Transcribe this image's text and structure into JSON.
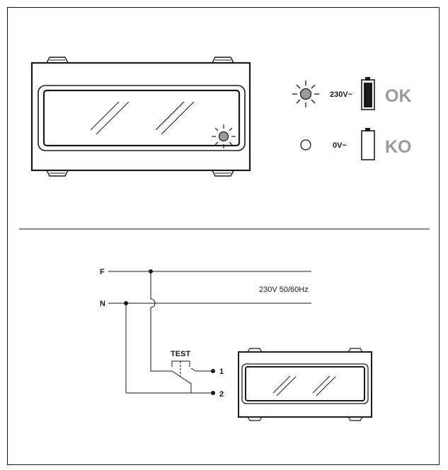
{
  "status_legend": {
    "on": {
      "voltage": "230V~",
      "result": "OK"
    },
    "off": {
      "voltage": "0V~",
      "result": "KO"
    }
  },
  "wiring": {
    "phase_label": "F",
    "neutral_label": "N",
    "supply_label": "230V 50/60Hz",
    "button_label": "TEST",
    "terminal_1": "1",
    "terminal_2": "2"
  },
  "colors": {
    "line": "#1a1a1a",
    "lamp_lit": "#9a9a9a",
    "ok_ko_text": "#9a9a9a",
    "battery_fill": "#1a1a1a"
  },
  "icons": [
    "led-lit-icon",
    "led-off-icon",
    "battery-full-icon",
    "battery-empty-icon"
  ]
}
